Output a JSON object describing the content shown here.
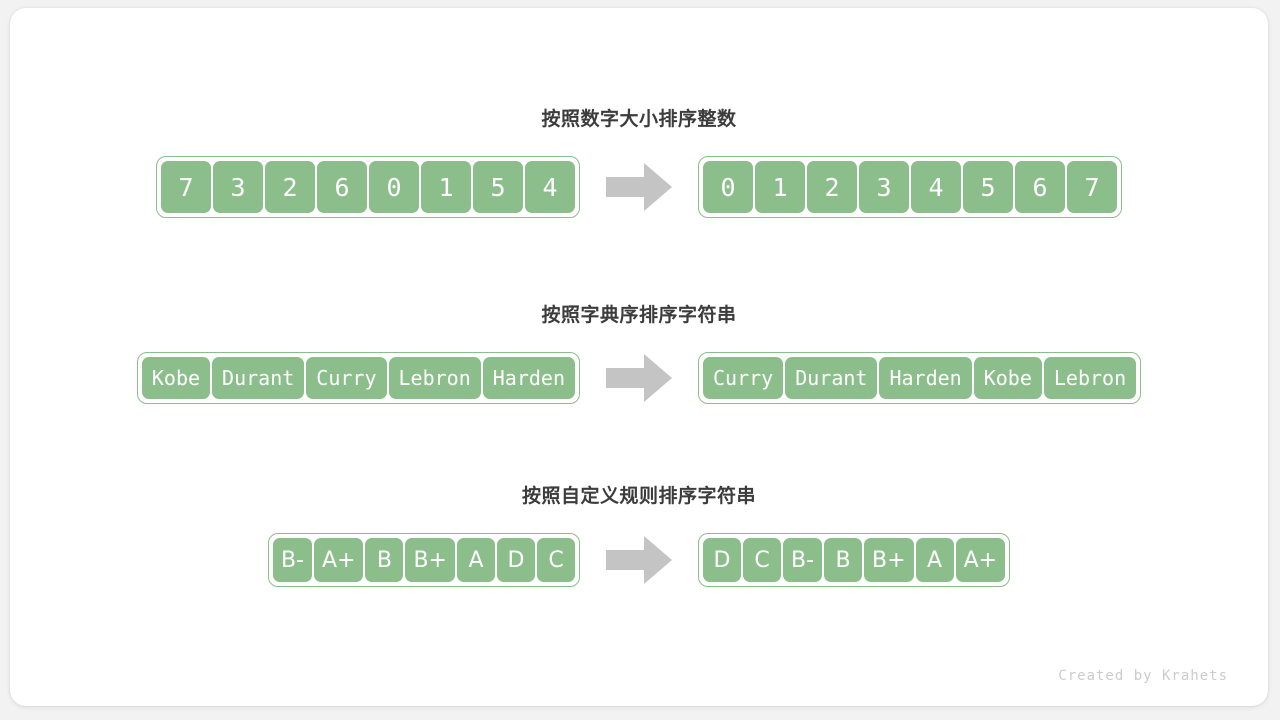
{
  "card": {
    "background_color": "#ffffff",
    "page_background_color": "#f2f2f2"
  },
  "theme": {
    "cell_color": "#8cbe8c",
    "cell_text_color": "#ffffff",
    "title_color": "#3c3c3c",
    "arrow_color": "#c4c4c4",
    "footer_color": "#cccccc"
  },
  "sections": [
    {
      "id": "sort-integers",
      "title": "按照数字大小排序整数",
      "input": [
        "7",
        "3",
        "2",
        "6",
        "0",
        "1",
        "5",
        "4"
      ],
      "output": [
        "0",
        "1",
        "2",
        "3",
        "4",
        "5",
        "6",
        "7"
      ],
      "arrow": "right-arrow-icon"
    },
    {
      "id": "sort-strings-lexicographic",
      "title": "按照字典序排序字符串",
      "input": [
        "Kobe",
        "Durant",
        "Curry",
        "Lebron",
        "Harden"
      ],
      "output": [
        "Curry",
        "Durant",
        "Harden",
        "Kobe",
        "Lebron"
      ],
      "arrow": "right-arrow-icon"
    },
    {
      "id": "sort-strings-custom-rule",
      "title": "按照自定义规则排序字符串",
      "input": [
        "B-",
        "A+",
        "B",
        "B+",
        "A",
        "D",
        "C"
      ],
      "output": [
        "D",
        "C",
        "B-",
        "B",
        "B+",
        "A",
        "A+"
      ],
      "arrow": "right-arrow-icon"
    }
  ],
  "footer": {
    "credit": "Created by Krahets"
  }
}
